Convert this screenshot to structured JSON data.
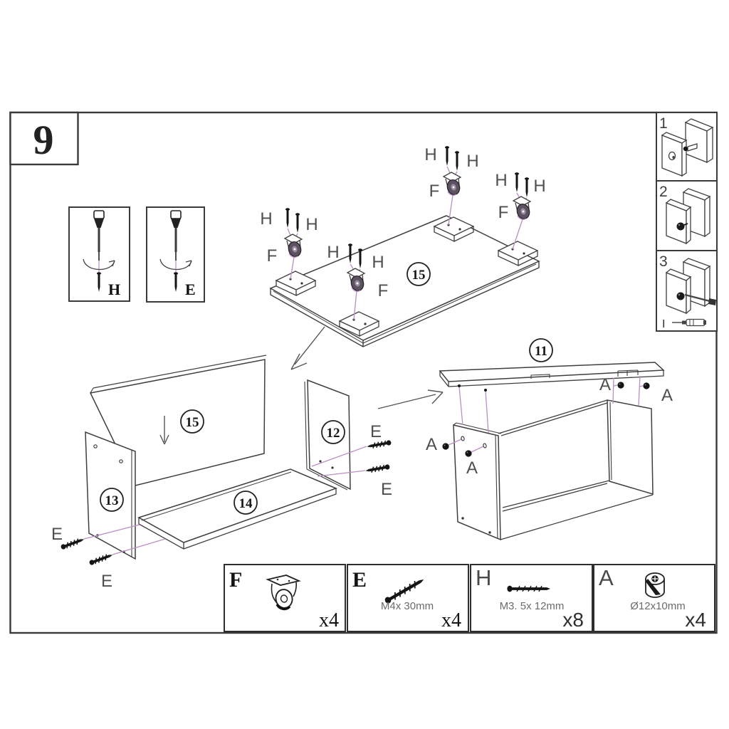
{
  "sheet": {
    "step_number": "9"
  },
  "tools": {
    "screwdriver_h": "H",
    "screwdriver_e": "E",
    "hand_tool": "I"
  },
  "labels": {
    "h": "H",
    "e": "E",
    "f": "F",
    "a": "A",
    "i": "I"
  },
  "parts": {
    "p11": "11",
    "p12": "12",
    "p13": "13",
    "p14": "14",
    "p15": "15"
  },
  "side_steps": {
    "s1": "1",
    "s2": "2",
    "s3": "3"
  },
  "legend": {
    "f": {
      "key": "F",
      "item": "caster",
      "qty": "x4"
    },
    "e": {
      "key": "E",
      "item": "screw",
      "spec": "M4x 30mm",
      "qty": "x4"
    },
    "h": {
      "key": "H",
      "item": "screw",
      "spec": "M3. 5x 12mm",
      "qty": "x8"
    },
    "a": {
      "key": "A",
      "item": "cam lock",
      "spec": "Ø12x10mm",
      "qty": "x4"
    }
  },
  "icons": {
    "screwdriver": "screwdriver-icon",
    "rotate_arrow": "rotate-arrow-icon",
    "caster": "caster-icon",
    "screw": "screw-icon",
    "cam_lock": "cam-lock-icon"
  },
  "colors": {
    "line": "#3f3f3f",
    "accent_magenta": "#bb8ec6"
  }
}
